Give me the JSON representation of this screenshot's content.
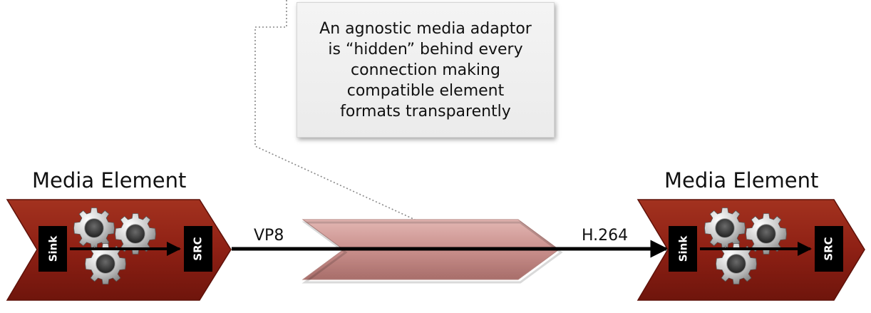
{
  "callout": {
    "text": "An agnostic media adaptor\nis “hidden” behind every\nconnection making\ncompatible element\nformats transparently"
  },
  "left_element": {
    "title": "Media Element",
    "sink_label": "Sink",
    "src_label": "SRC"
  },
  "right_element": {
    "title": "Media Element",
    "sink_label": "Sink",
    "src_label": "SRC"
  },
  "connection": {
    "input_format": "VP8",
    "output_format": "H.264"
  },
  "colors": {
    "element_fill": "#8e2014",
    "element_dark": "#5e1109",
    "adaptor_fill": "#c98f8c",
    "callout_bg": "#efefef",
    "arrow": "#000000"
  }
}
